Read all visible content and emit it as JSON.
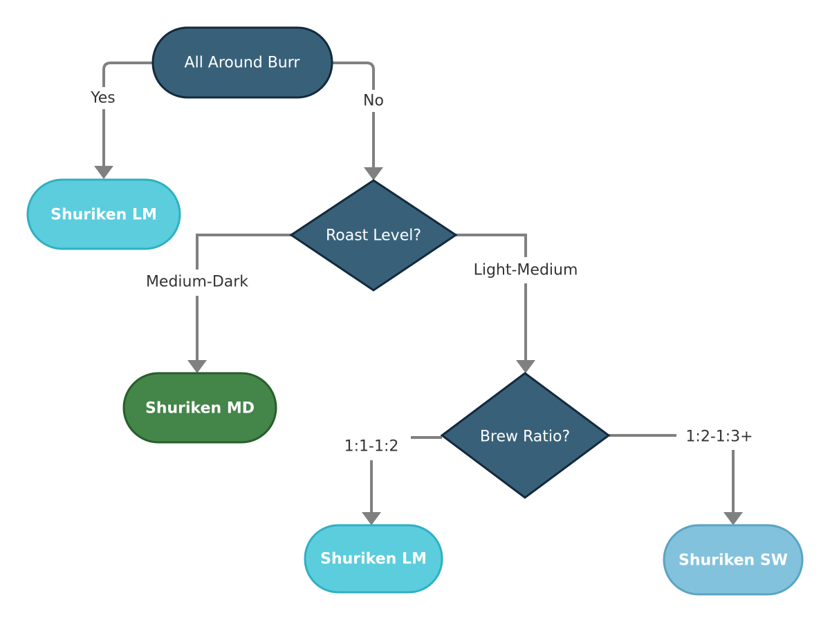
{
  "colors": {
    "decision_fill": "#386179",
    "decision_stroke": "#13293d",
    "lm_fill": "#5bcddd",
    "lm_stroke": "#2fb0c2",
    "md_fill": "#448549",
    "md_stroke": "#275e2b",
    "sw_fill": "#83c2dd",
    "sw_stroke": "#5aa4c3",
    "edge": "#808080",
    "label_text": "#333333",
    "node_text": "#ffffff"
  },
  "nodes": {
    "all_around_burr": {
      "label": "All Around Burr",
      "shape": "rounded-rectangle"
    },
    "shuriken_lm_top": {
      "label": "Shuriken LM",
      "shape": "pill"
    },
    "roast_level": {
      "label": "Roast Level?",
      "shape": "diamond"
    },
    "shuriken_md": {
      "label": "Shuriken MD",
      "shape": "pill"
    },
    "brew_ratio": {
      "label": "Brew Ratio?",
      "shape": "diamond"
    },
    "shuriken_lm_bottom": {
      "label": "Shuriken LM",
      "shape": "pill"
    },
    "shuriken_sw": {
      "label": "Shuriken SW",
      "shape": "pill"
    }
  },
  "edges": {
    "yes": {
      "label": "Yes",
      "from": "all_around_burr",
      "to": "shuriken_lm_top"
    },
    "no": {
      "label": "No",
      "from": "all_around_burr",
      "to": "roast_level"
    },
    "medium_dark": {
      "label": "Medium-Dark",
      "from": "roast_level",
      "to": "shuriken_md"
    },
    "light_medium": {
      "label": "Light-Medium",
      "from": "roast_level",
      "to": "brew_ratio"
    },
    "ratio_low": {
      "label": "1:1-1:2",
      "from": "brew_ratio",
      "to": "shuriken_lm_bottom"
    },
    "ratio_high": {
      "label": "1:2-1:3+",
      "from": "brew_ratio",
      "to": "shuriken_sw"
    }
  }
}
